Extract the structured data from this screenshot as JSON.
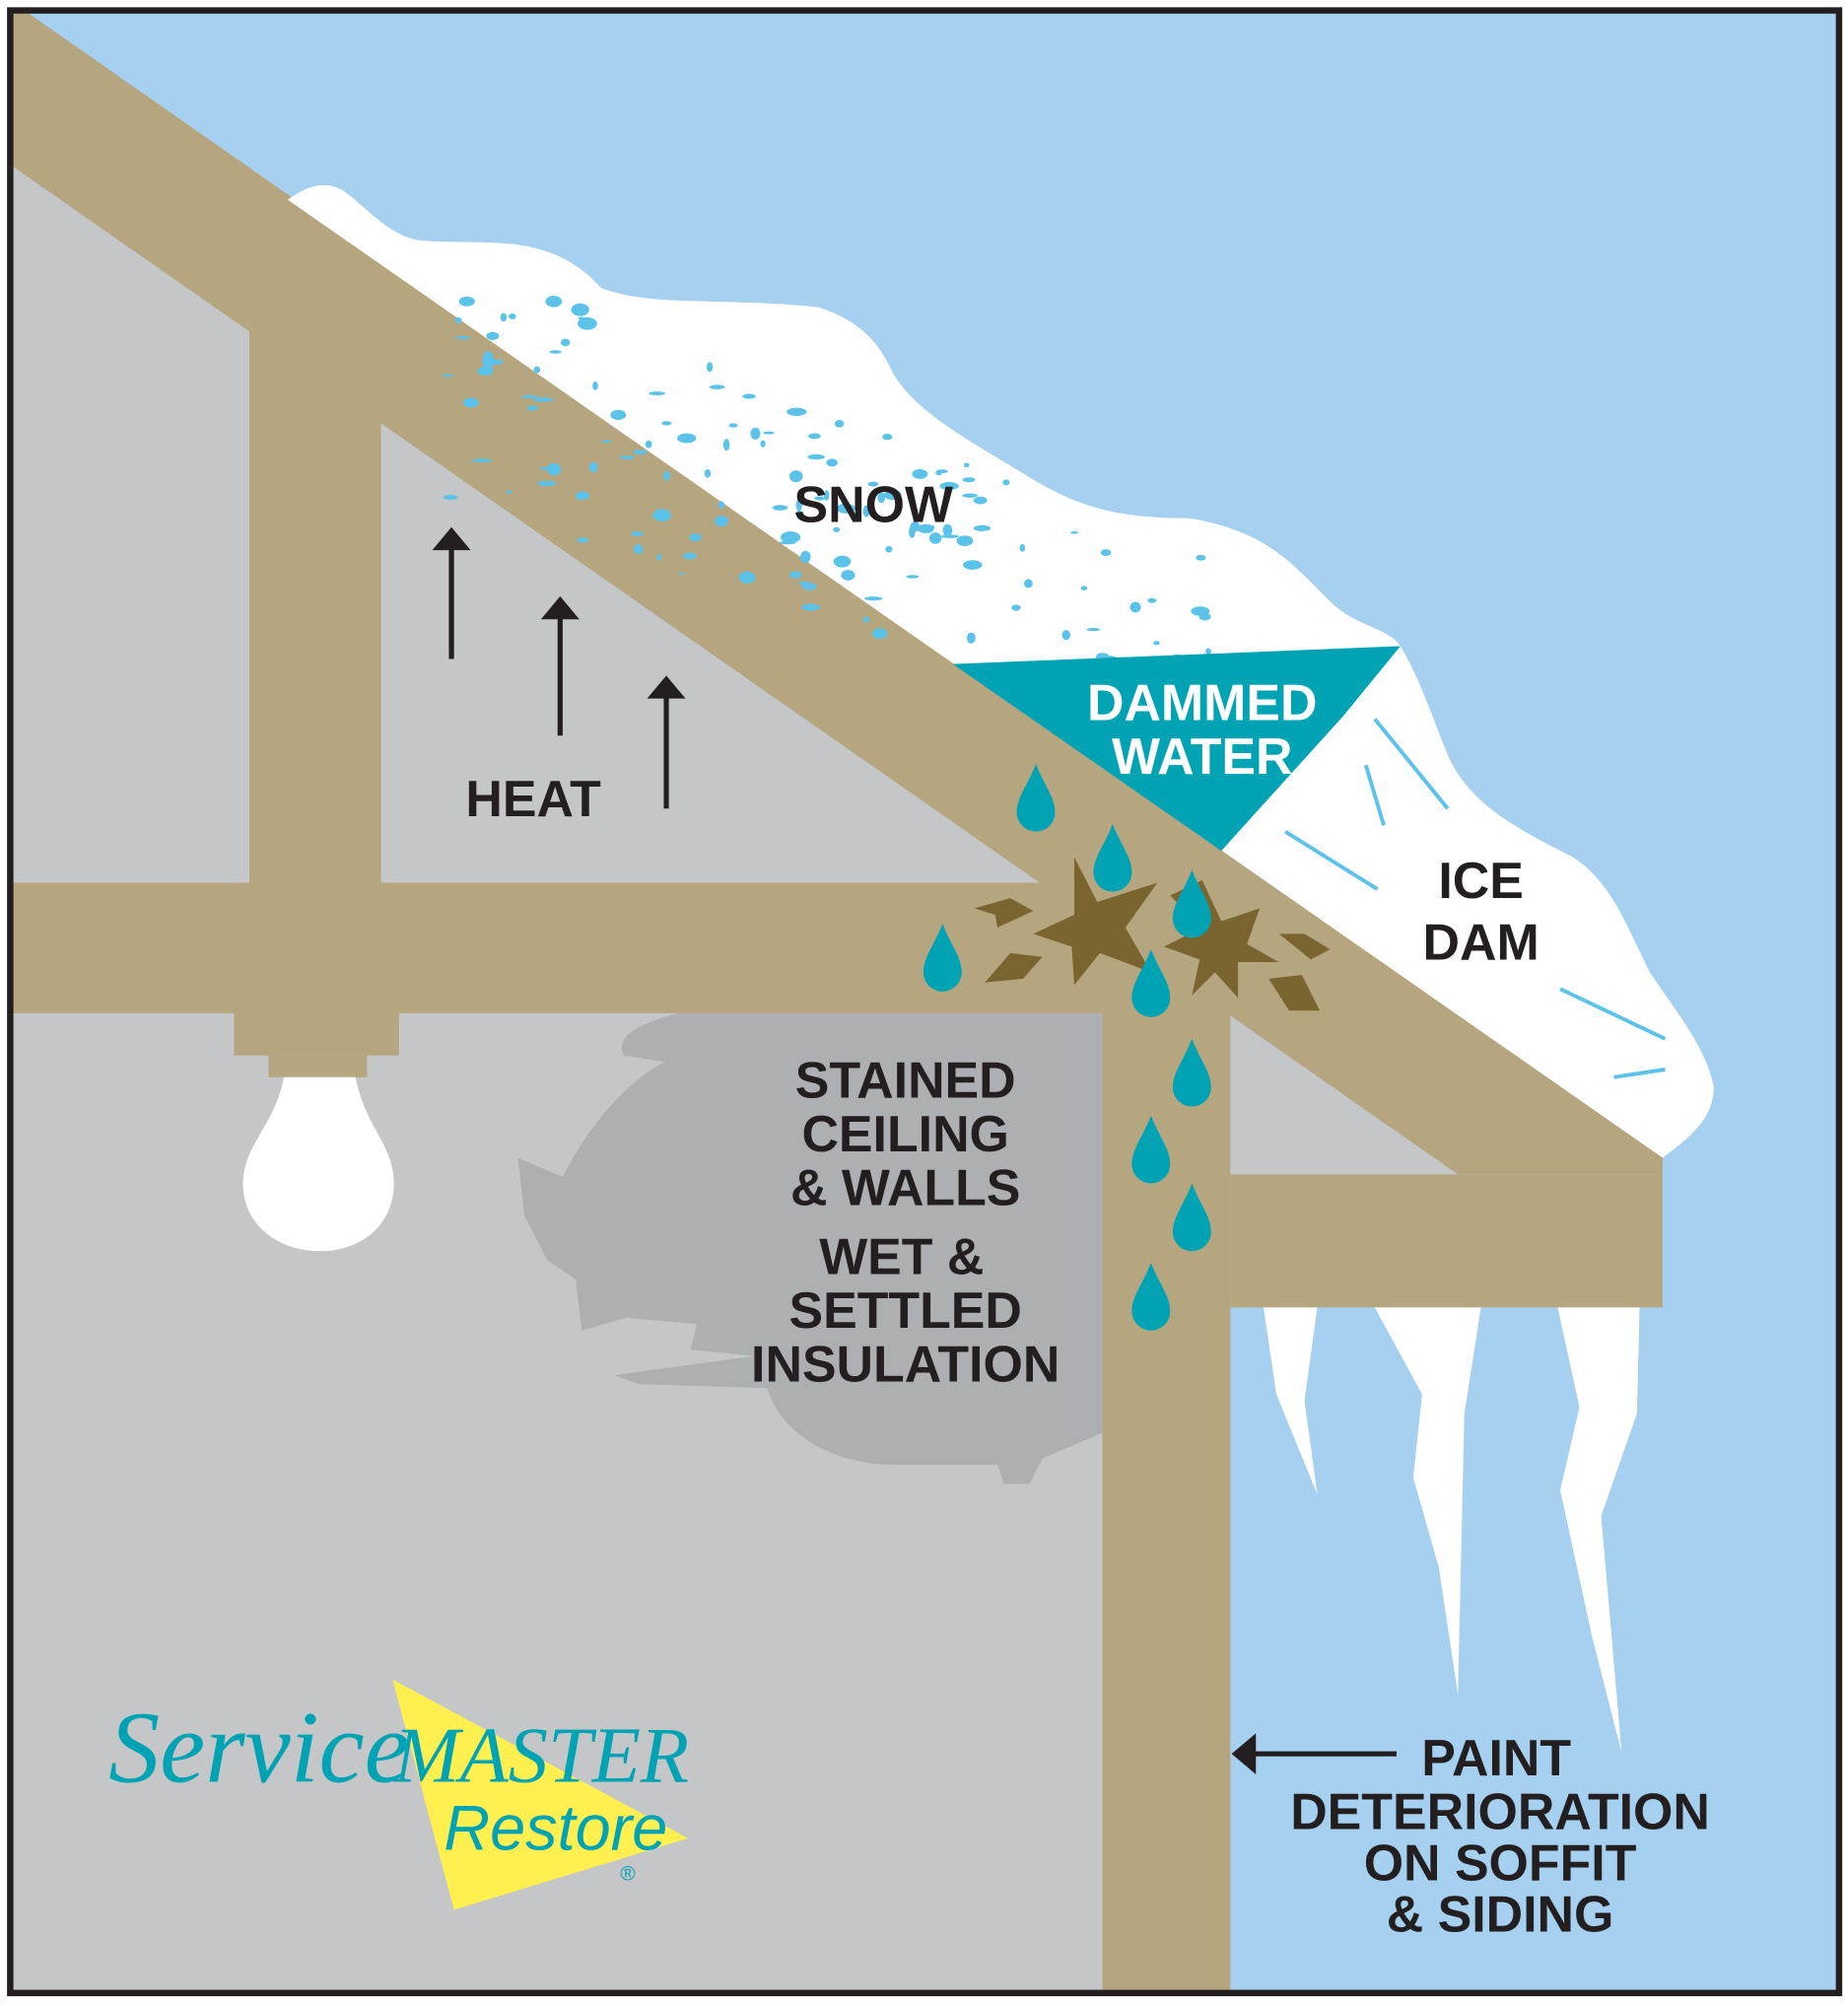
{
  "labels": {
    "snow": "SNOW",
    "heat": "HEAT",
    "dammed_water": [
      "DAMMED",
      "WATER"
    ],
    "ice_dam": [
      "ICE",
      "DAM"
    ],
    "stained": [
      "STAINED",
      "CEILING",
      "& WALLS"
    ],
    "insulation": [
      "WET &",
      "SETTLED",
      "INSULATION"
    ],
    "paint": [
      "PAINT",
      "DETERIORATION",
      "ON SOFFIT",
      "& SIDING"
    ]
  },
  "logo": {
    "service": "Service",
    "master": "MASTER",
    "restore": "Restore",
    "registered": "®"
  },
  "colors": {
    "sky": "#a6d0ef",
    "interior": "#c4c6c8",
    "stain": "#aeafb2",
    "wood": "#b5a680",
    "water": "#00a3b4",
    "debris": "#7a6531",
    "ice_lines": "#5bc3ea",
    "logo_yellow": "#fff04f"
  }
}
